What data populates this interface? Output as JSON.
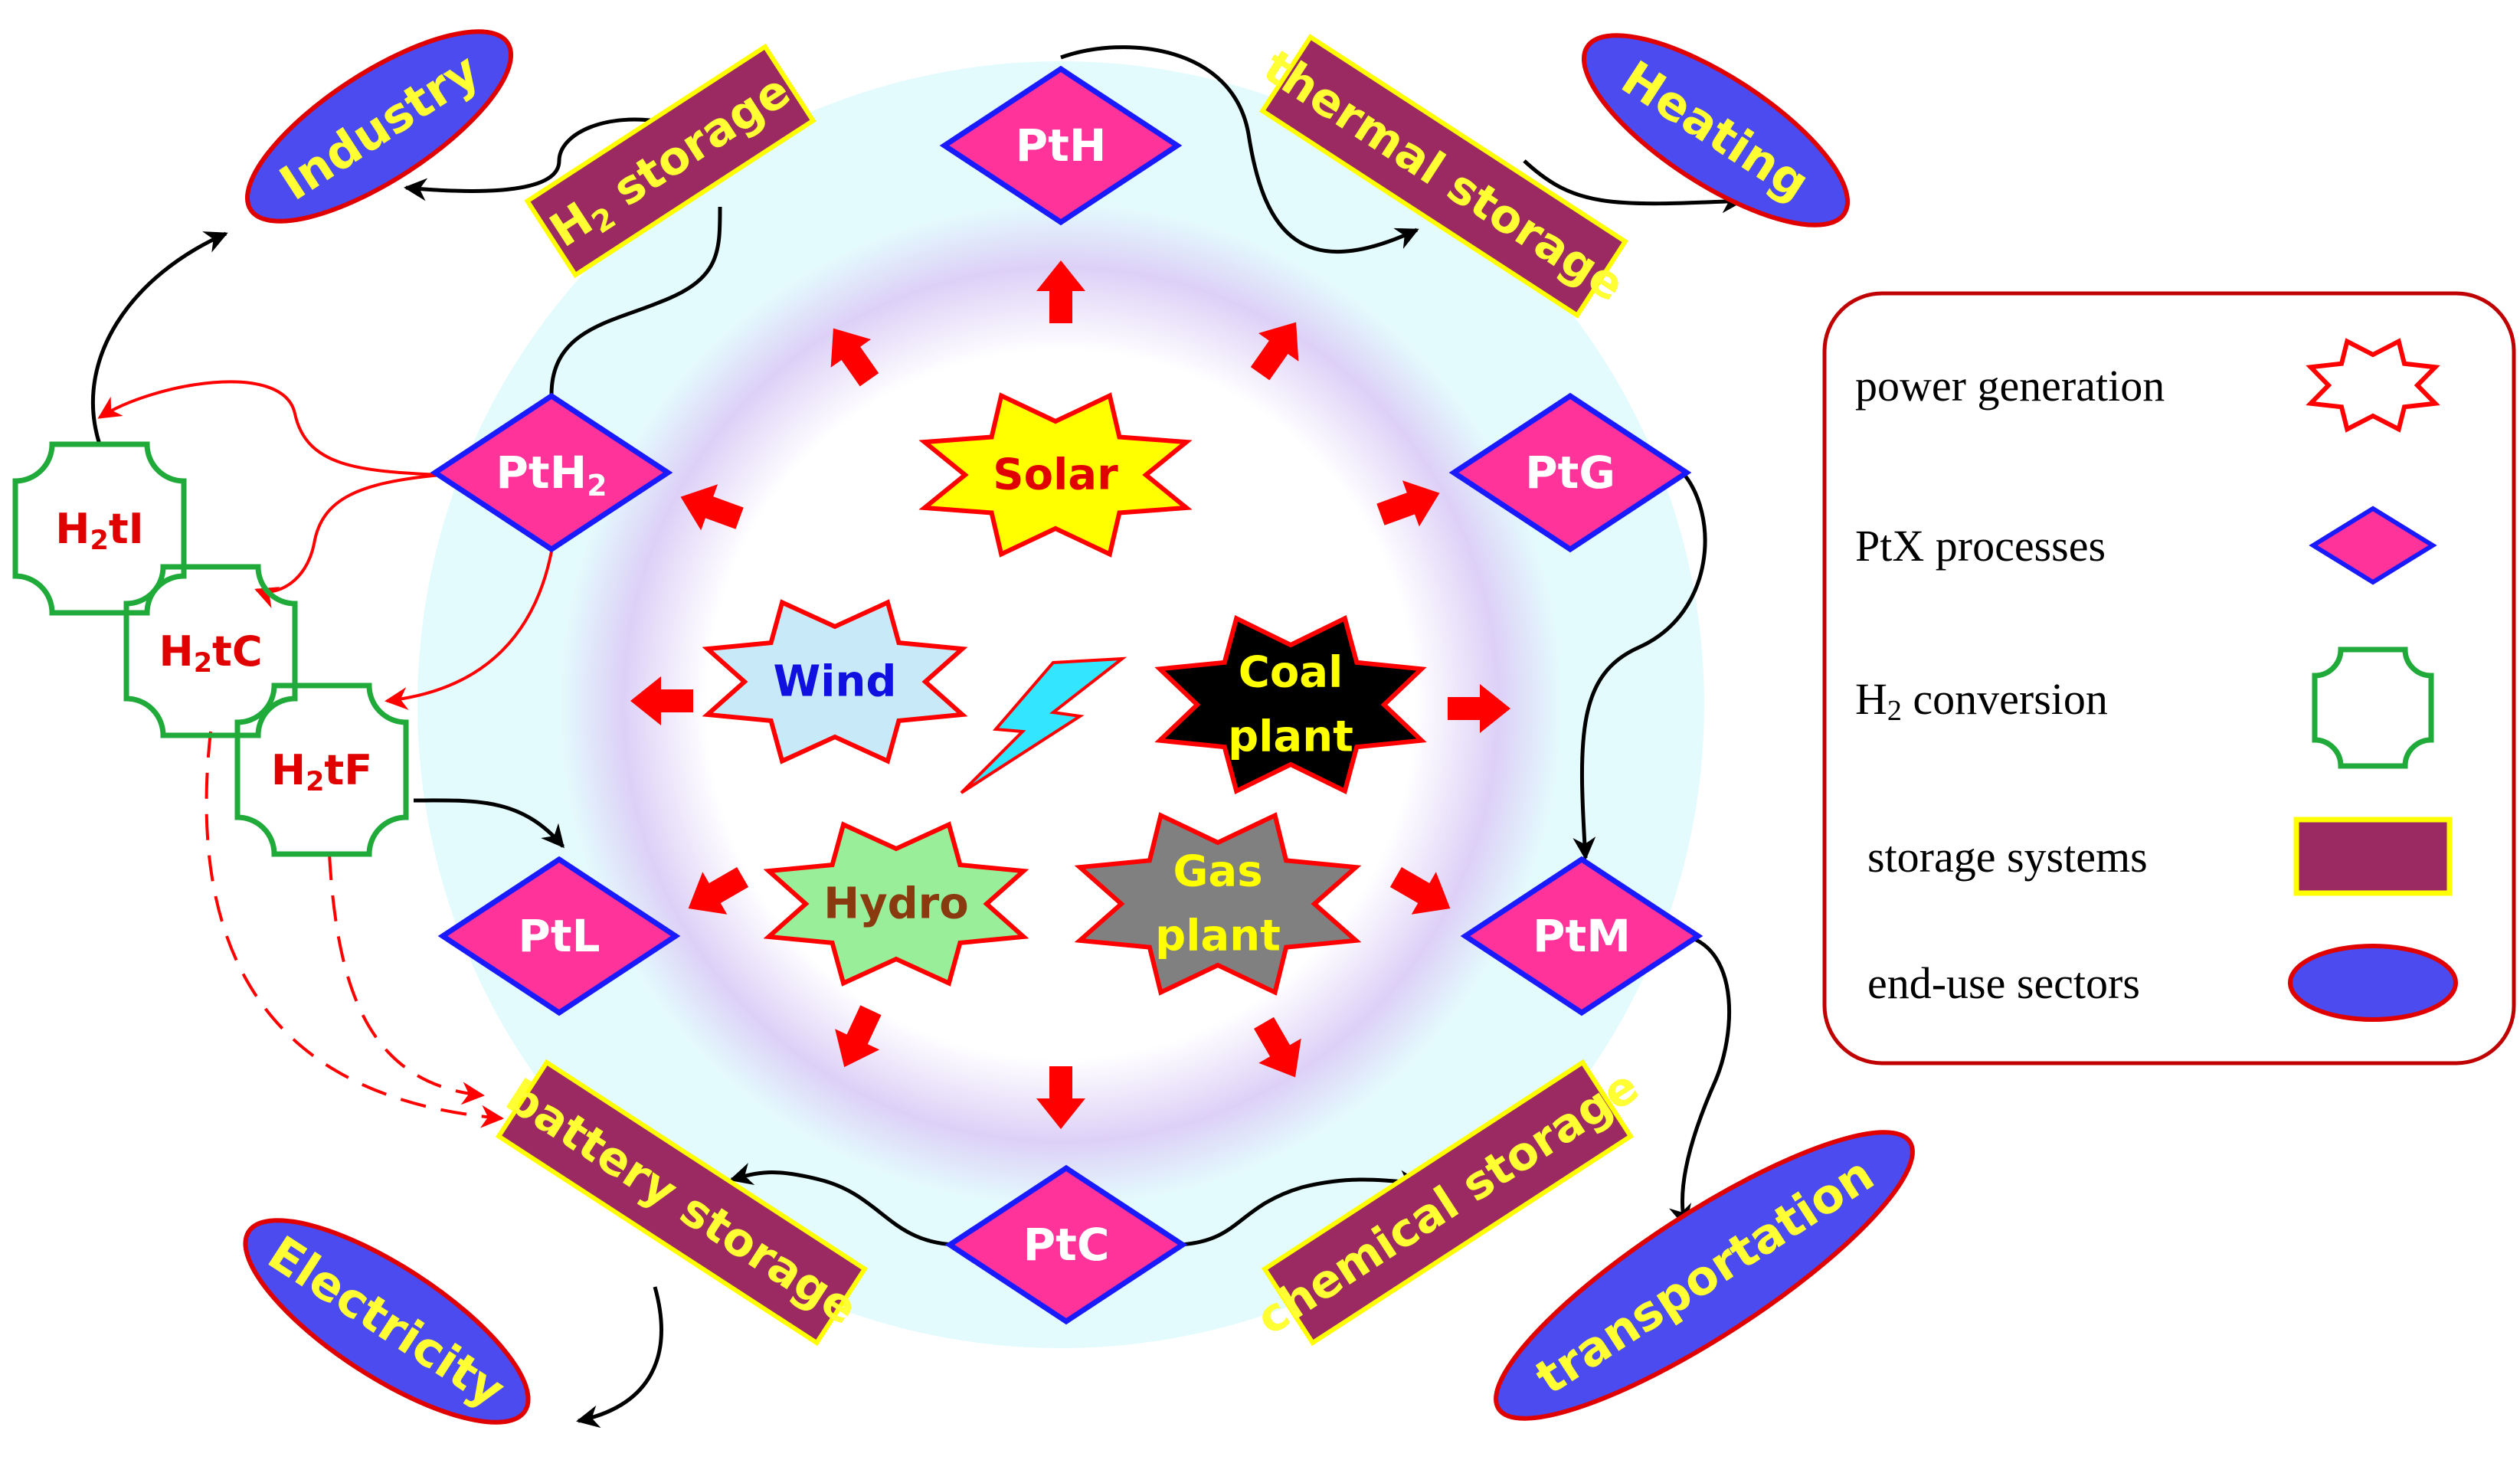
{
  "colors": {
    "power_generation_outline": "#ff0000",
    "ptx_fill": "#ff3399",
    "ptx_outline": "#1a1aff",
    "ptx_text": "#ffffff",
    "h2_conversion_outline": "#1faa3a",
    "h2_conversion_text": "#e00000",
    "storage_fill": "#9b2a62",
    "storage_outline": "#ffff00",
    "storage_text": "#ffff33",
    "enduse_fill": "#4b4bf0",
    "enduse_outline": "#e00000",
    "enduse_text": "#ffff33",
    "flow_arrow": "#ff0000",
    "connector": "#000000",
    "halo_outer": "#e4fbfd",
    "halo_ring": "#ddd0f7"
  },
  "center_icon": "lightning-bolt-icon",
  "power_sources": [
    {
      "id": "solar",
      "label": "Solar",
      "fill": "#ffff00",
      "text_color": "#e00000"
    },
    {
      "id": "wind",
      "label": "Wind",
      "fill": "#c8e9f8",
      "text_color": "#1010e0"
    },
    {
      "id": "coal",
      "label_lines": [
        "Coal",
        "plant"
      ],
      "fill": "#000000",
      "text_color": "#ffff00"
    },
    {
      "id": "hydro",
      "label": "Hydro",
      "fill": "#99ee99",
      "text_color": "#8a3a0f"
    },
    {
      "id": "gas",
      "label_lines": [
        "Gas",
        "plant"
      ],
      "fill": "#808080",
      "text_color": "#ffff00"
    }
  ],
  "ptx_processes": [
    {
      "id": "pth",
      "label": "PtH"
    },
    {
      "id": "pth2",
      "label": "PtH",
      "sub": "2"
    },
    {
      "id": "ptg",
      "label": "PtG"
    },
    {
      "id": "ptl",
      "label": "PtL"
    },
    {
      "id": "ptm",
      "label": "PtM"
    },
    {
      "id": "ptc",
      "label": "PtC"
    }
  ],
  "h2_conversions": [
    {
      "id": "h2ti",
      "pre": "H",
      "sub": "2",
      "post": "tI"
    },
    {
      "id": "h2tc",
      "pre": "H",
      "sub": "2",
      "post": "tC"
    },
    {
      "id": "h2tf",
      "pre": "H",
      "sub": "2",
      "post": "tF"
    }
  ],
  "storage_systems": [
    {
      "id": "h2-storage",
      "pre": "H",
      "sub": "2",
      "post": " storage"
    },
    {
      "id": "thermal-storage",
      "label": "thermal storage"
    },
    {
      "id": "battery-storage",
      "label": "battery storage"
    },
    {
      "id": "chemical-storage",
      "label": "chemical storage"
    }
  ],
  "end_use_sectors": [
    {
      "id": "industry",
      "label": "Industry"
    },
    {
      "id": "heating",
      "label": "Heating"
    },
    {
      "id": "electricity",
      "label": "Electricity"
    },
    {
      "id": "transportation",
      "label": "transportation"
    }
  ],
  "legend": [
    {
      "id": "power-generation",
      "label": "power generation",
      "icon": "star-outline-icon"
    },
    {
      "id": "ptx",
      "label": "PtX processes",
      "icon": "diamond-icon"
    },
    {
      "id": "h2-conversion",
      "pre": "H",
      "sub": "2",
      "post": " conversion",
      "icon": "rounded-cross-icon"
    },
    {
      "id": "storage",
      "label": "storage systems",
      "icon": "rectangle-icon"
    },
    {
      "id": "end-use",
      "label": "end-use sectors",
      "icon": "ellipse-icon"
    }
  ]
}
